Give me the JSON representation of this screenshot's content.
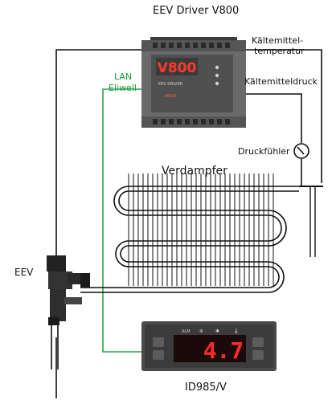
{
  "driver": {
    "title": "EEV Driver V800",
    "display_text": "V800",
    "brand_text": "EEV DRIVER",
    "sub_text": "V8-00"
  },
  "labels": {
    "kaeltemittel_temp_line1": "Kältemittel-",
    "kaeltemittel_temp_line2": "temperatur",
    "kaeltemitteldruck": "Kältemitteldruck",
    "lan_line1": "LAN",
    "lan_line2": "Eliwell",
    "druckfuehler": "Druckfühler",
    "verdampfer": "Verdampfer",
    "eev": "EEV",
    "controller_name": "ID985/V"
  },
  "controller": {
    "display_value": "4.7",
    "status_indicators": [
      "ALM",
      "❄",
      "✱",
      "🌡"
    ]
  },
  "colors": {
    "lan_wire": "#2fa34f",
    "wire": "#111111",
    "driver_body": "#5b5b5b",
    "display_red": "#ff2a2a"
  }
}
